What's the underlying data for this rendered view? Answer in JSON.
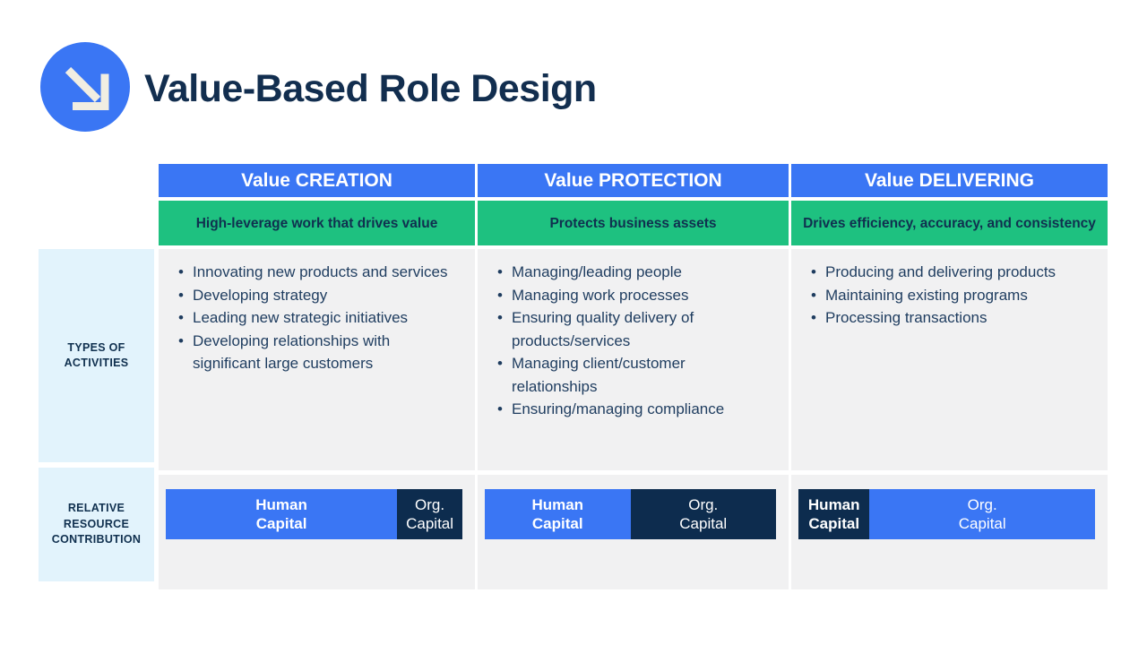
{
  "title": "Value-Based Role Design",
  "icon": {
    "name": "arrow-down-right",
    "circle_color": "#3A76F4",
    "arrow_color": "#F1EEE2"
  },
  "colors": {
    "header_blue": "#3A76F4",
    "subheader_green": "#1EC180",
    "bar_navy": "#0D2C4E",
    "row_label_bg": "#E2F3FC",
    "cell_bg": "#F1F1F2",
    "title_navy": "#122E4F",
    "body_text_navy": "#1E3C5F"
  },
  "row_labels": {
    "activities": "TYPES OF ACTIVITIES",
    "resources": "RELATIVE RESOURCE CONTRIBUTION"
  },
  "columns": [
    {
      "header": "Value CREATION",
      "subheader": "High-leverage work that drives value",
      "activities": [
        "Innovating new products and services",
        "Developing strategy",
        "Leading new strategic initiatives",
        "Developing relationships with significant large customers"
      ],
      "bars": [
        {
          "line1": "Human",
          "line2": "Capital",
          "width_pct": 78,
          "color": "#3A76F4"
        },
        {
          "line1": "Org.",
          "line2": "Capital",
          "width_pct": 22,
          "color": "#0D2C4E"
        }
      ]
    },
    {
      "header": "Value PROTECTION",
      "subheader": "Protects business assets",
      "activities": [
        "Managing/leading people",
        "Managing work processes",
        "Ensuring quality delivery of products/services",
        "Managing client/customer relationships",
        "Ensuring/managing compliance"
      ],
      "bars": [
        {
          "line1": "Human",
          "line2": "Capital",
          "width_pct": 50,
          "color": "#3A76F4"
        },
        {
          "line1": "Org.",
          "line2": "Capital",
          "width_pct": 50,
          "color": "#0D2C4E"
        }
      ]
    },
    {
      "header": "Value DELIVERING",
      "subheader": "Drives efficiency, accuracy, and consistency",
      "activities": [
        "Producing and delivering products",
        "Maintaining existing programs",
        "Processing transactions"
      ],
      "bars": [
        {
          "line1": "Human",
          "line2": "Capital",
          "width_pct": 24,
          "color": "#0D2C4E"
        },
        {
          "line1": "Org.",
          "line2": "Capital",
          "width_pct": 76,
          "color": "#3A76F4"
        }
      ]
    }
  ]
}
